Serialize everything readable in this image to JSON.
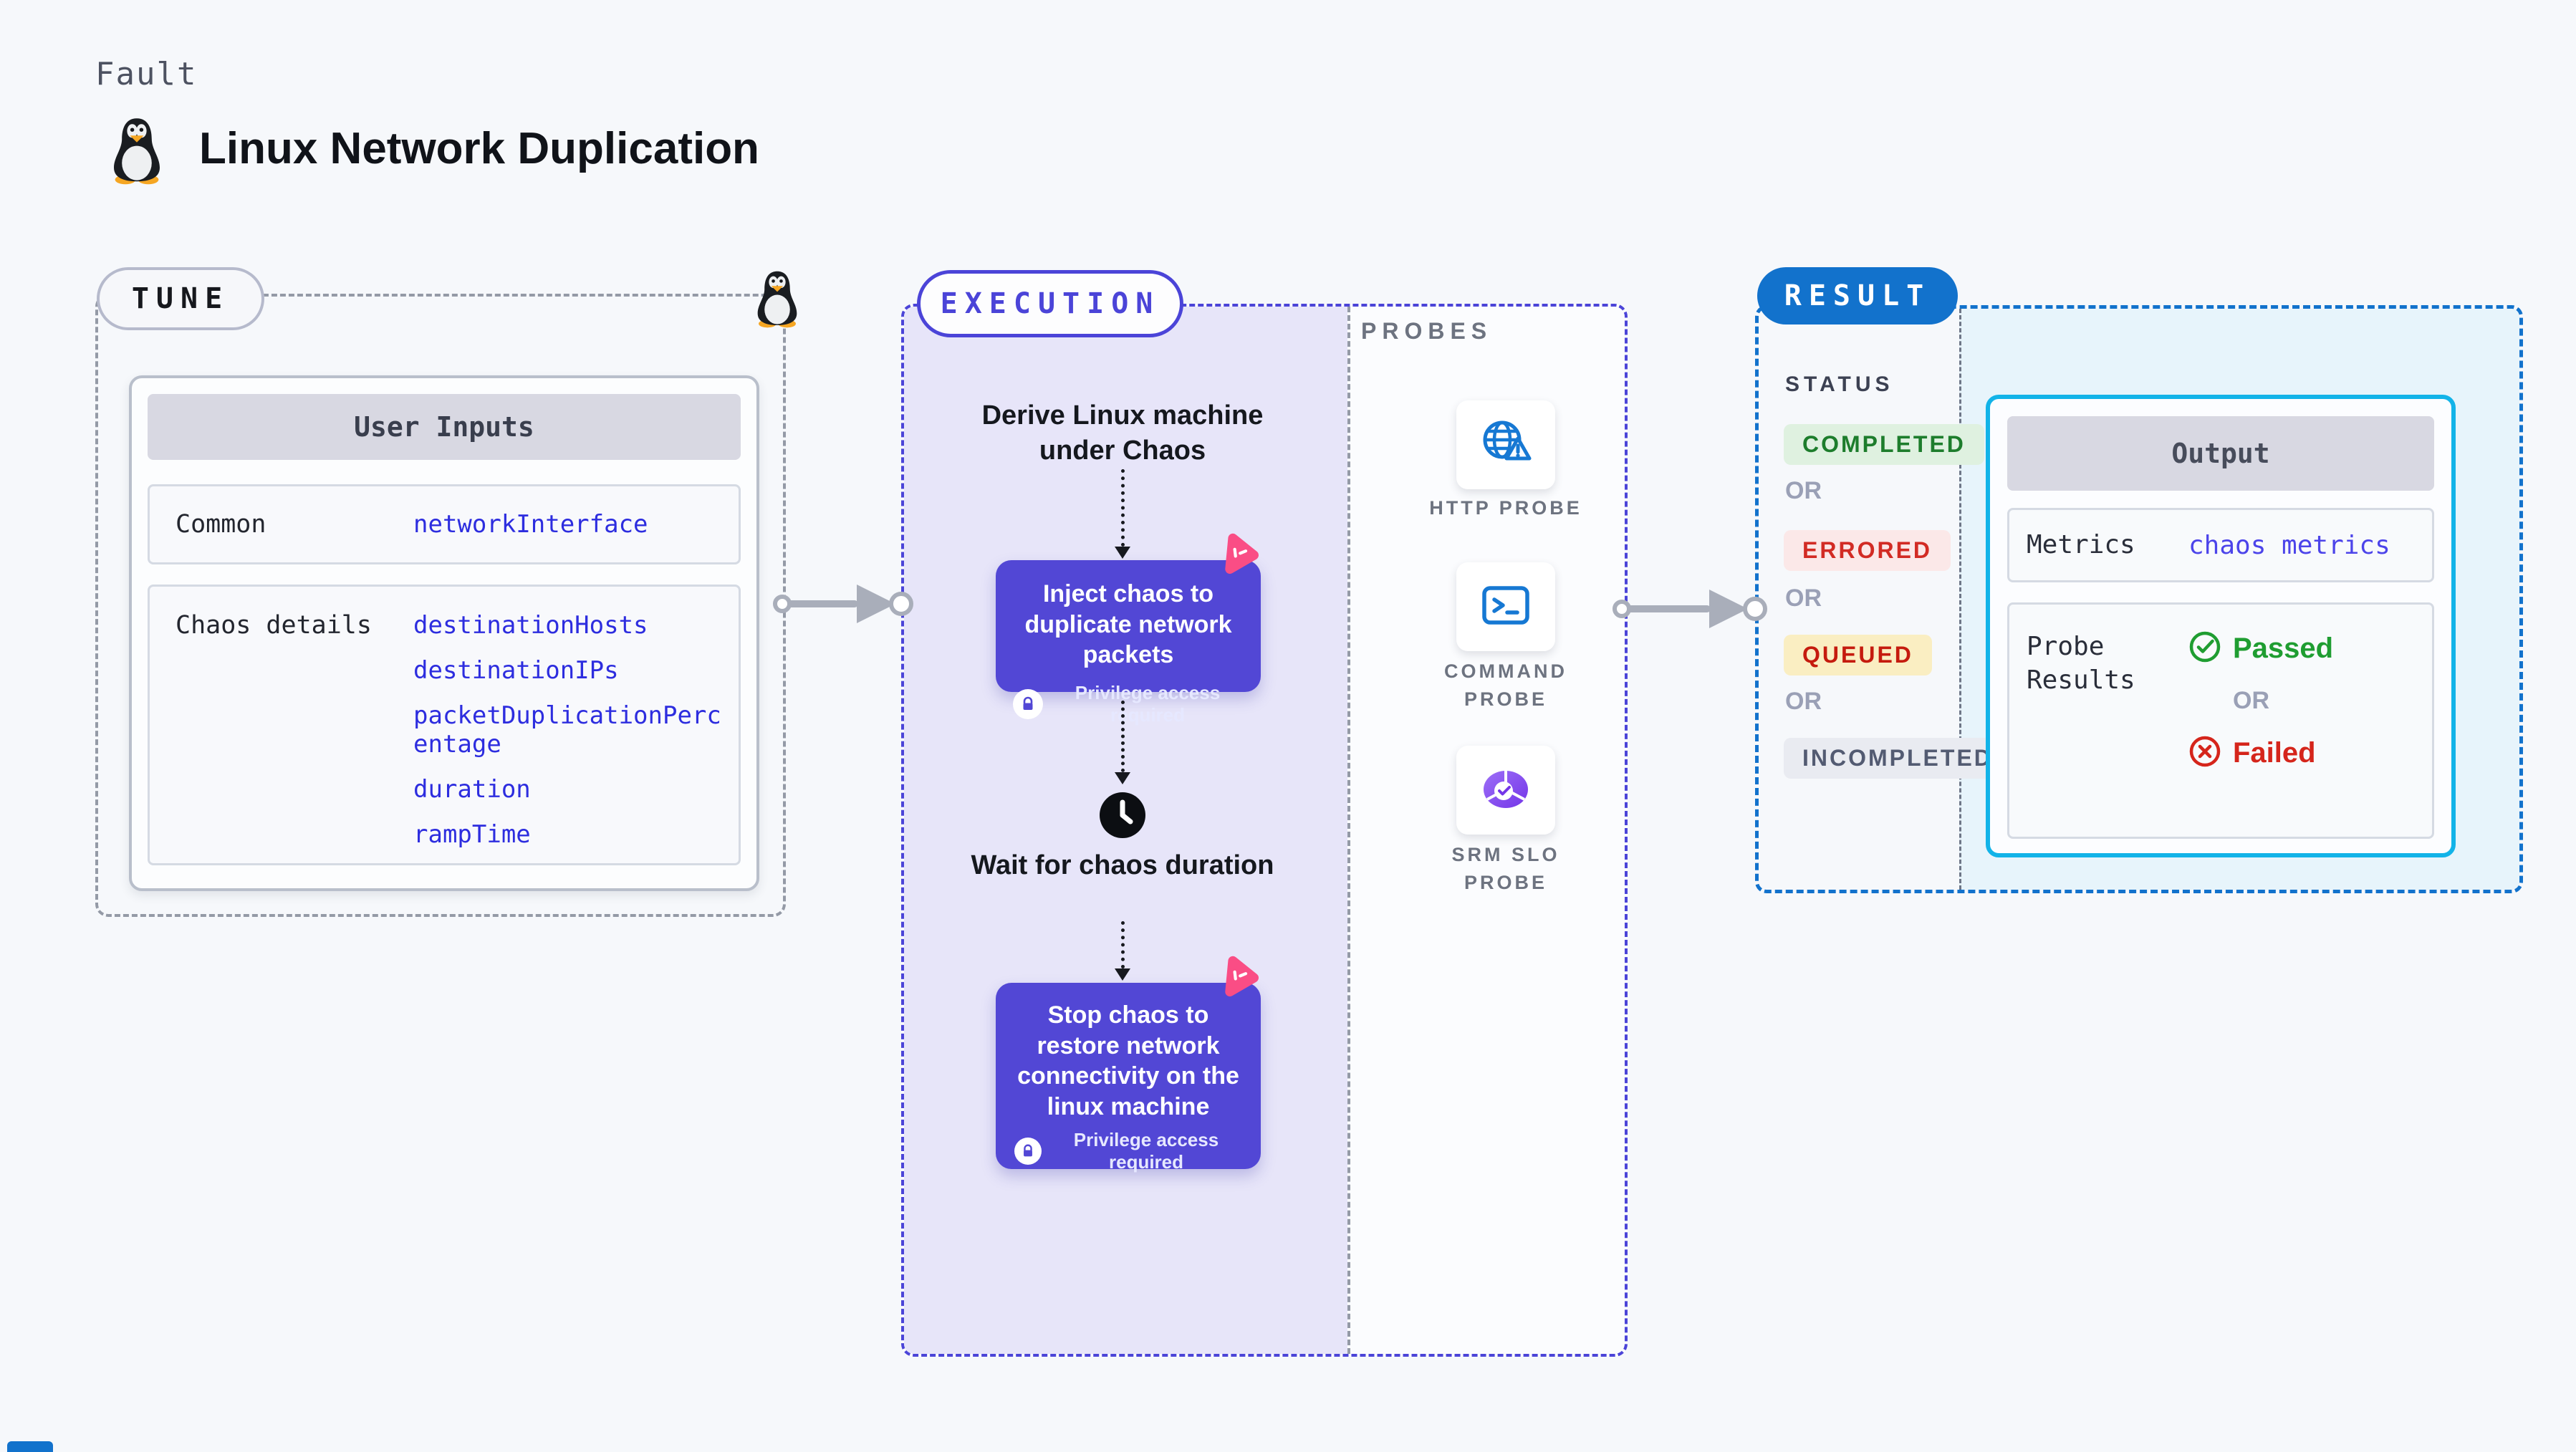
{
  "header": {
    "kicker": "Fault",
    "title": "Linux Network Duplication"
  },
  "tune": {
    "pill": "TUNE",
    "card_title": "User Inputs",
    "rows": [
      {
        "label": "Common",
        "values": [
          "networkInterface"
        ]
      },
      {
        "label": "Chaos details",
        "values": [
          "destinationHosts",
          "destinationIPs",
          "packetDuplicationPercentage",
          "duration",
          "rampTime"
        ]
      }
    ]
  },
  "execution": {
    "pill": "EXECUTION",
    "step1_title": "Derive Linux machine under Chaos",
    "inject_box": "Inject chaos to duplicate network packets",
    "privilege": "Privilege access required",
    "wait_title": "Wait for chaos duration",
    "stop_box": "Stop chaos to restore network connectivity on the linux machine"
  },
  "probes": {
    "label": "PROBES",
    "items": [
      {
        "name": "HTTP PROBE",
        "icon": "globe-alert-icon"
      },
      {
        "name": "COMMAND PROBE",
        "icon": "terminal-icon"
      },
      {
        "name": "SRM SLO PROBE",
        "icon": "slo-donut-icon"
      }
    ]
  },
  "result": {
    "pill": "RESULT",
    "status_label": "STATUS",
    "or": "OR",
    "statuses": [
      {
        "label": "COMPLETED",
        "type": "success"
      },
      {
        "label": "ERRORED",
        "type": "error"
      },
      {
        "label": "QUEUED",
        "type": "warning"
      },
      {
        "label": "INCOMPLETED",
        "type": "neutral"
      }
    ],
    "output": {
      "title": "Output",
      "metrics_label": "Metrics",
      "metrics_value": "chaos metrics",
      "probe_label": "Probe Results",
      "passed": "Passed",
      "failed": "Failed"
    }
  },
  "colors": {
    "accent_indigo": "#4b44d8",
    "box_purple": "#5247d5",
    "accent_blue": "#1272cc",
    "cyan_border": "#12b3e8",
    "pink": "#fa4d85",
    "code_blue": "#2d2ddf",
    "success_green": "#1f9d31",
    "fail_red": "#d5251b"
  }
}
